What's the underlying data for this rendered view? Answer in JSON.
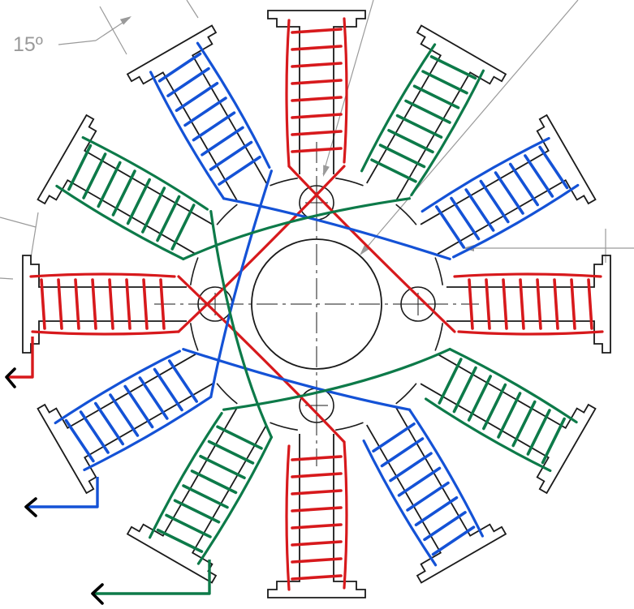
{
  "annotations": {
    "angle_label": "15º"
  },
  "stator": {
    "slot_count": 12,
    "angle_step_deg": 30,
    "turns_per_coil": 8
  },
  "phases": [
    {
      "name": "",
      "color": "#d7191c",
      "slot_angles_deg": [
        0,
        90,
        180,
        270
      ]
    },
    {
      "name": "",
      "color": "#1452d6",
      "slot_angles_deg": [
        30,
        120,
        210,
        300
      ]
    },
    {
      "name": "",
      "color": "#0d7a49",
      "slot_angles_deg": [
        60,
        150,
        240,
        330
      ]
    }
  ],
  "colors": {
    "outline": "#1a1a1a",
    "dimension": "#9a9a9a",
    "terminal_black": "#000000"
  },
  "terminals": [
    {
      "phase_index": 0,
      "arrow": "left"
    },
    {
      "phase_index": 1,
      "arrow": "left"
    },
    {
      "phase_index": 2,
      "arrow": "left"
    }
  ]
}
